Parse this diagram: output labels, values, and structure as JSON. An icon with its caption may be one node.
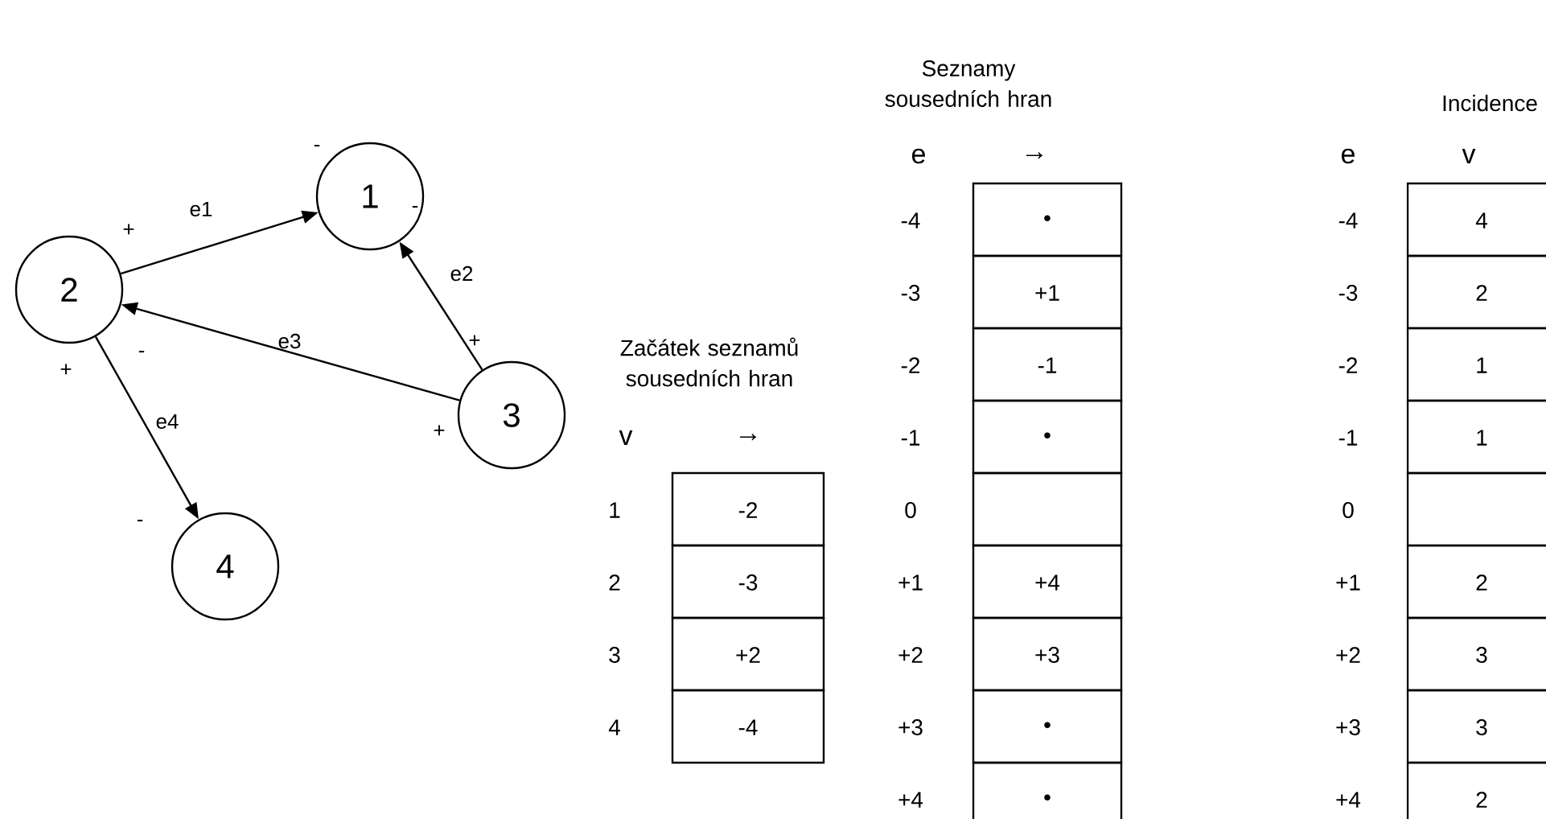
{
  "diagram": {
    "nodes": [
      {
        "text": [
          "1"
        ]
      },
      {
        "text": [
          "2"
        ]
      },
      {
        "text": [
          "3"
        ]
      },
      {
        "text": [
          "4"
        ]
      }
    ],
    "edges": [
      {
        "from": 1,
        "to": 0,
        "arrow": "to",
        "label": "e1"
      },
      {
        "from": 2,
        "to": 0,
        "arrow": "to",
        "label": "e2"
      },
      {
        "from": 2,
        "to": 1,
        "arrow": "to",
        "label": "e3"
      },
      {
        "from": 1,
        "to": 3,
        "arrow": "to",
        "label": "e4"
      }
    ],
    "labels": [
      "-",
      "+",
      "-",
      "+",
      "-",
      "+",
      "+",
      "-",
      "Seznamy sousedních hran",
      "Incidence",
      "e",
      "→",
      "e",
      "v",
      "Začátek seznamů sousedních hran",
      "v",
      "→",
      "1",
      "-2",
      "2",
      "-3",
      "3",
      "+2",
      "4",
      "-4",
      "-4",
      "•",
      "-3",
      "+1",
      "-2",
      "-1",
      "-1",
      "•",
      "0",
      "+1",
      "+4",
      "+2",
      "+3",
      "+3",
      "•",
      "+4",
      "•",
      "-4",
      "4",
      "-3",
      "2",
      "-2",
      "1",
      "-1",
      "1",
      "0",
      "+1",
      "2",
      "+2",
      "3",
      "+3",
      "3",
      "+4",
      "2"
    ]
  }
}
